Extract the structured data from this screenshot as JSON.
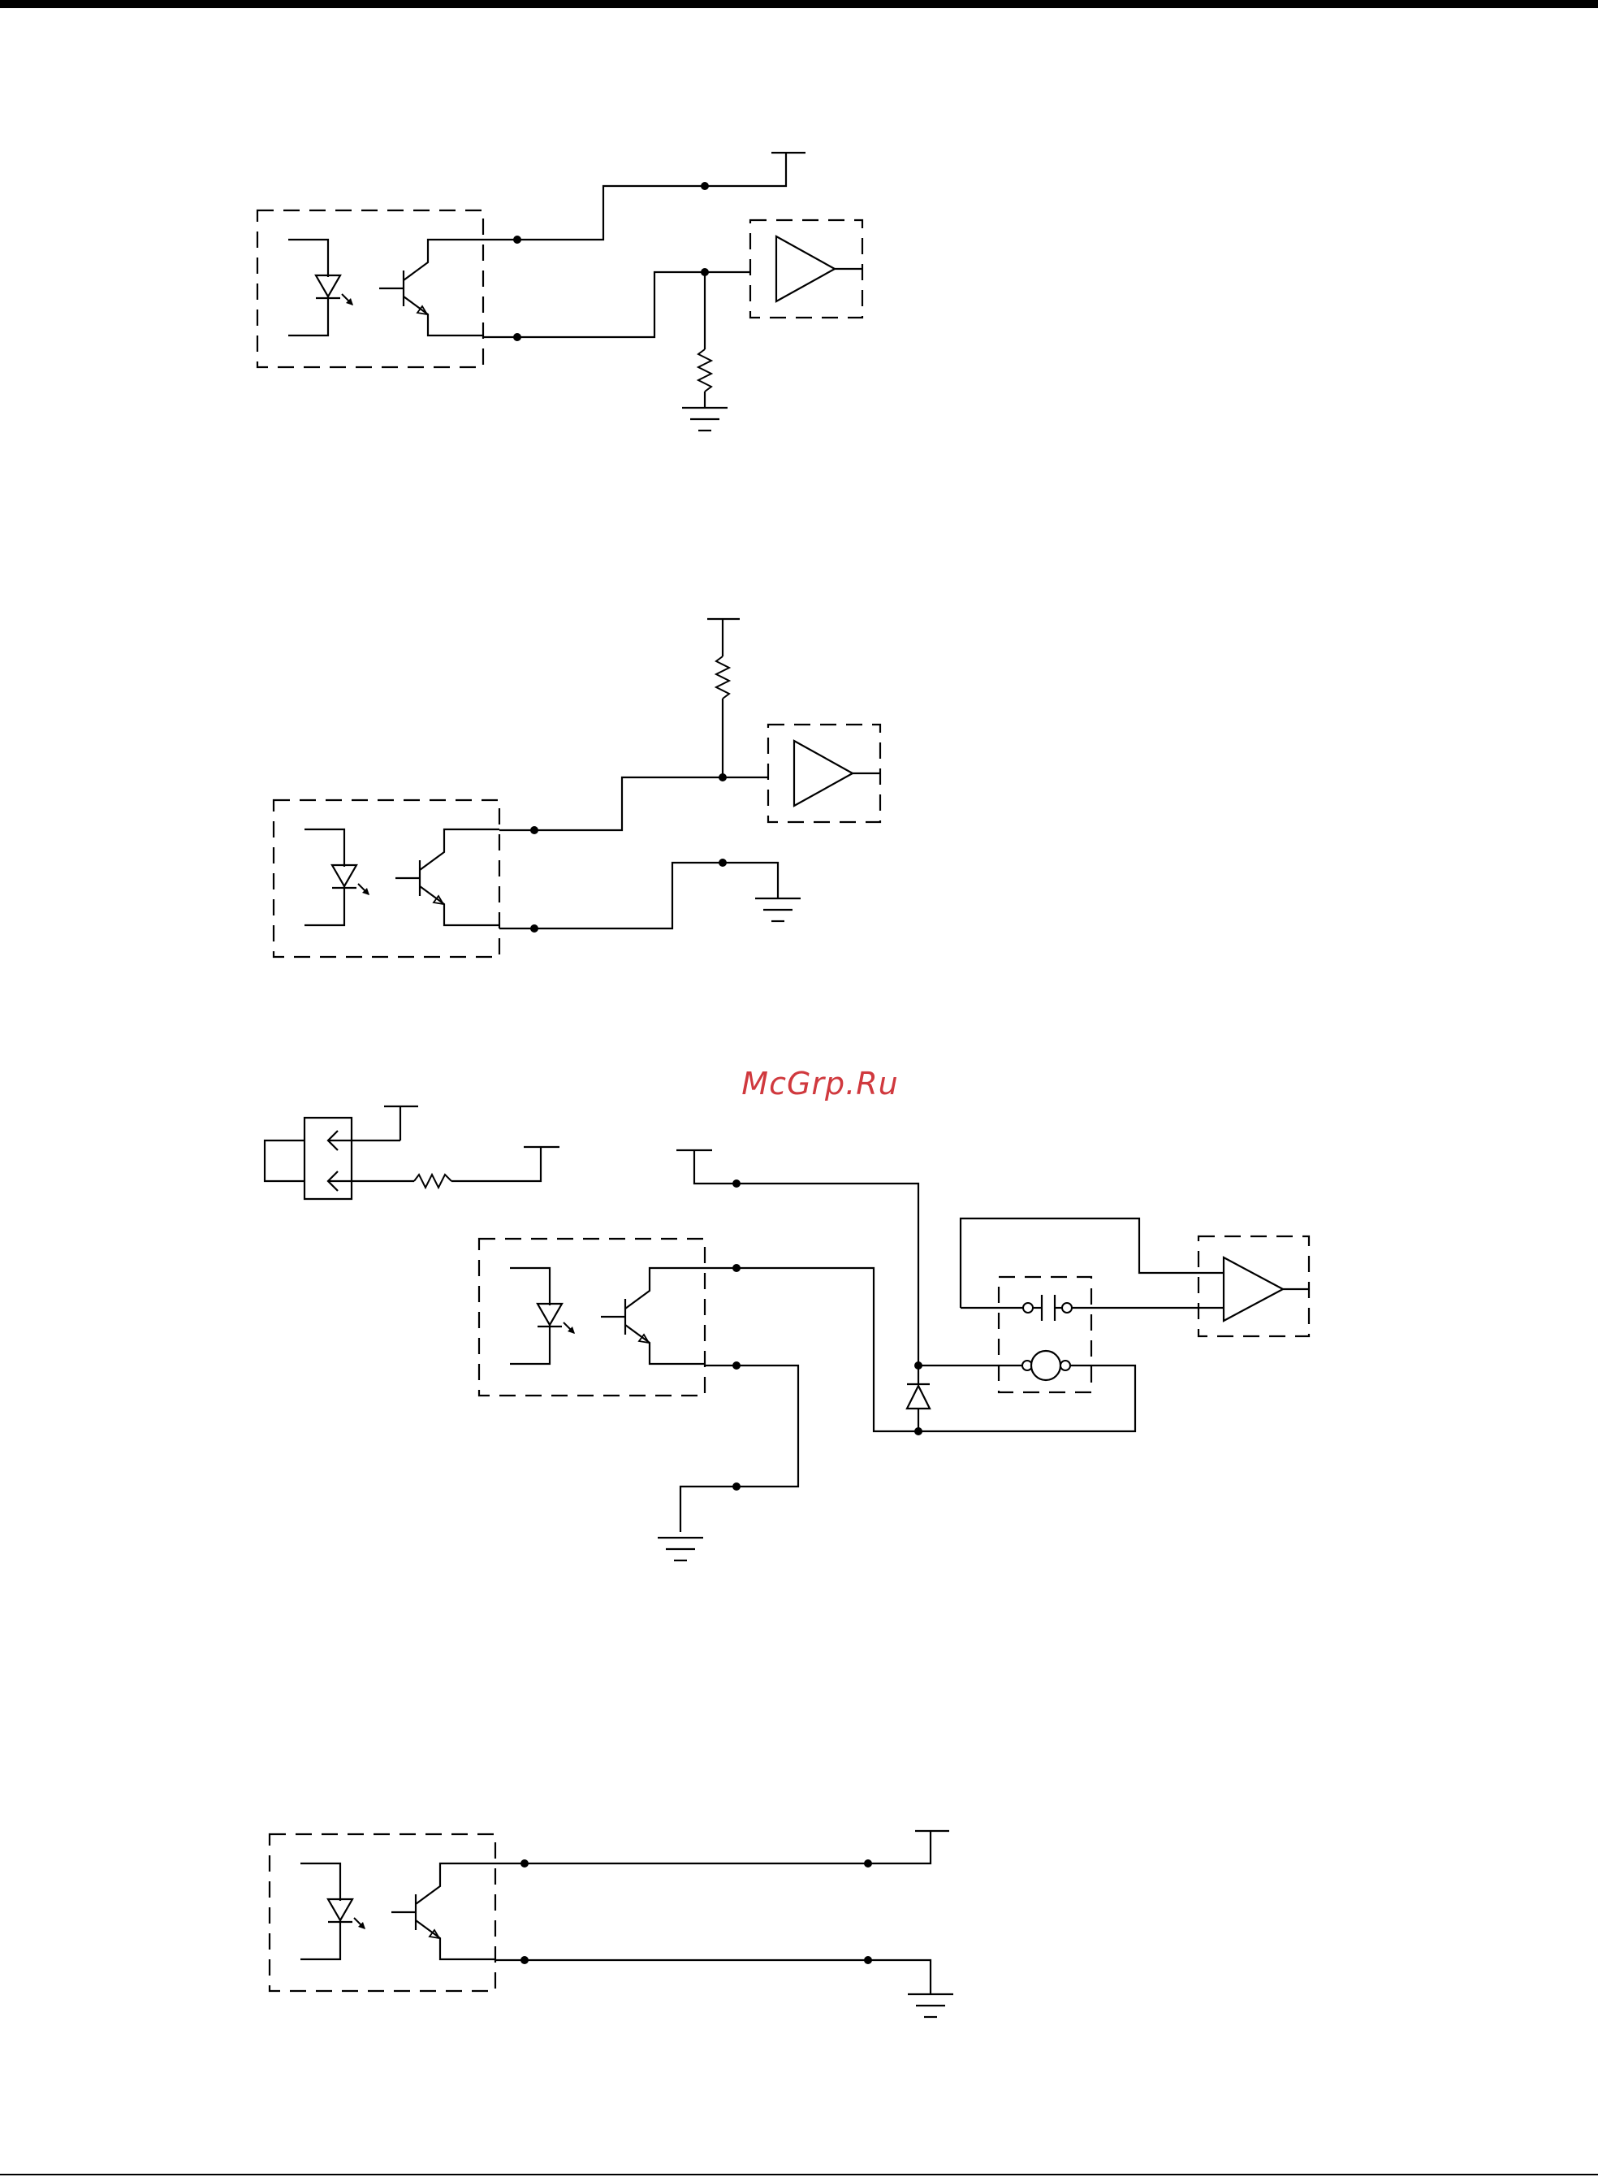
{
  "page": {
    "background": "#ffffff",
    "ink": "#000000"
  },
  "watermark": {
    "text": "McGrp.Ru",
    "color": "#d0393e"
  },
  "figures": [
    {
      "id": "figure-1",
      "parts": [
        "optocoupler",
        "supply-terminal",
        "input-buffer",
        "pull-down-resistor",
        "ground"
      ]
    },
    {
      "id": "figure-2",
      "parts": [
        "optocoupler",
        "supply-terminal",
        "pull-up-resistor",
        "input-buffer",
        "ground"
      ]
    },
    {
      "id": "figure-3",
      "parts": [
        "source-module",
        "optocoupler",
        "supply-terminal",
        "resistor",
        "diode",
        "contact",
        "coil",
        "input-buffer",
        "ground"
      ]
    },
    {
      "id": "figure-4",
      "parts": [
        "optocoupler",
        "supply-terminal",
        "ground"
      ]
    }
  ]
}
